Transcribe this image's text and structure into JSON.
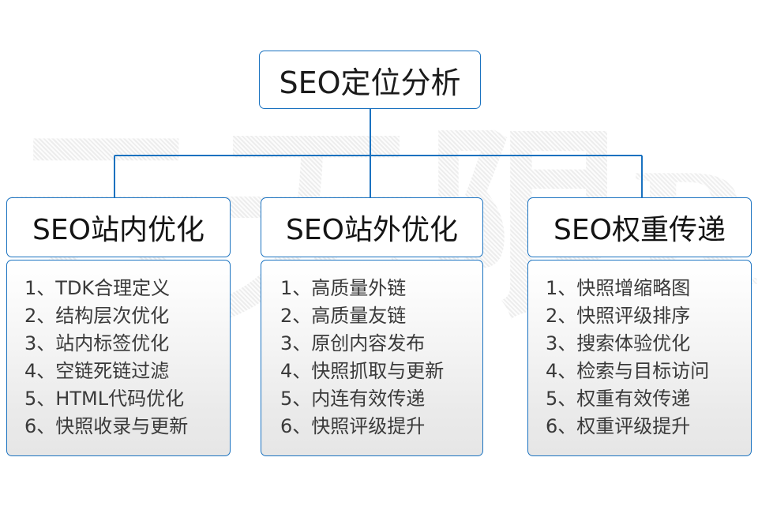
{
  "watermark": {
    "text": "云无限",
    "mark": "R"
  },
  "title": {
    "label": "SEO定位分析"
  },
  "accent_color": "#1a72c0",
  "text_color": "#3a3a3a",
  "columns": [
    {
      "heading": "SEO站内优化",
      "items": [
        {
          "num": "1、",
          "label": "TDK合理定义"
        },
        {
          "num": "2、",
          "label": "结构层次优化"
        },
        {
          "num": "3、",
          "label": "站内标签优化"
        },
        {
          "num": "4、",
          "label": "空链死链过滤"
        },
        {
          "num": "5、",
          "label": "HTML代码优化"
        },
        {
          "num": "6、",
          "label": "快照收录与更新"
        }
      ]
    },
    {
      "heading": "SEO站外优化",
      "items": [
        {
          "num": "1、",
          "label": "高质量外链"
        },
        {
          "num": "2、",
          "label": "高质量友链"
        },
        {
          "num": "3、",
          "label": "原创内容发布"
        },
        {
          "num": "4、",
          "label": "快照抓取与更新"
        },
        {
          "num": "5、",
          "label": "内连有效传递"
        },
        {
          "num": "6、",
          "label": "快照评级提升"
        }
      ]
    },
    {
      "heading": "SEO权重传递",
      "items": [
        {
          "num": "1、",
          "label": "快照增缩略图"
        },
        {
          "num": "2、",
          "label": "快照评级排序"
        },
        {
          "num": "3、",
          "label": "搜索体验优化"
        },
        {
          "num": "4、",
          "label": "检索与目标访问"
        },
        {
          "num": "5、",
          "label": "权重有效传递"
        },
        {
          "num": "6、",
          "label": "权重评级提升"
        }
      ]
    }
  ]
}
